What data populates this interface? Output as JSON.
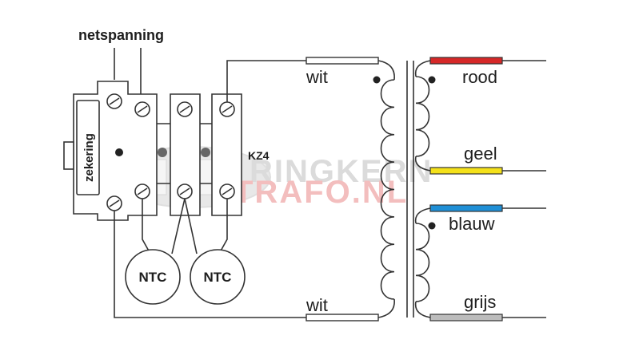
{
  "labels": {
    "mains": "netspanning",
    "fuse": "zekering",
    "terminal_block": "KZ4",
    "ntc_left": "NTC",
    "ntc_right": "NTC",
    "primary_top": "wit",
    "primary_bottom": "wit",
    "sec_red": "rood",
    "sec_yellow": "geel",
    "sec_blue": "blauw",
    "sec_grey": "grijs"
  },
  "watermark": {
    "line1": "RINGKERN",
    "line2": "TRAFO.NL"
  },
  "colors": {
    "red": "#d62828",
    "yellow": "#f4e11a",
    "blue": "#1f8fd6",
    "grey": "#bcbcbc",
    "white": "#ffffff",
    "watermark_grey": "#d8d8d8",
    "watermark_red": "#f2b8b8"
  }
}
